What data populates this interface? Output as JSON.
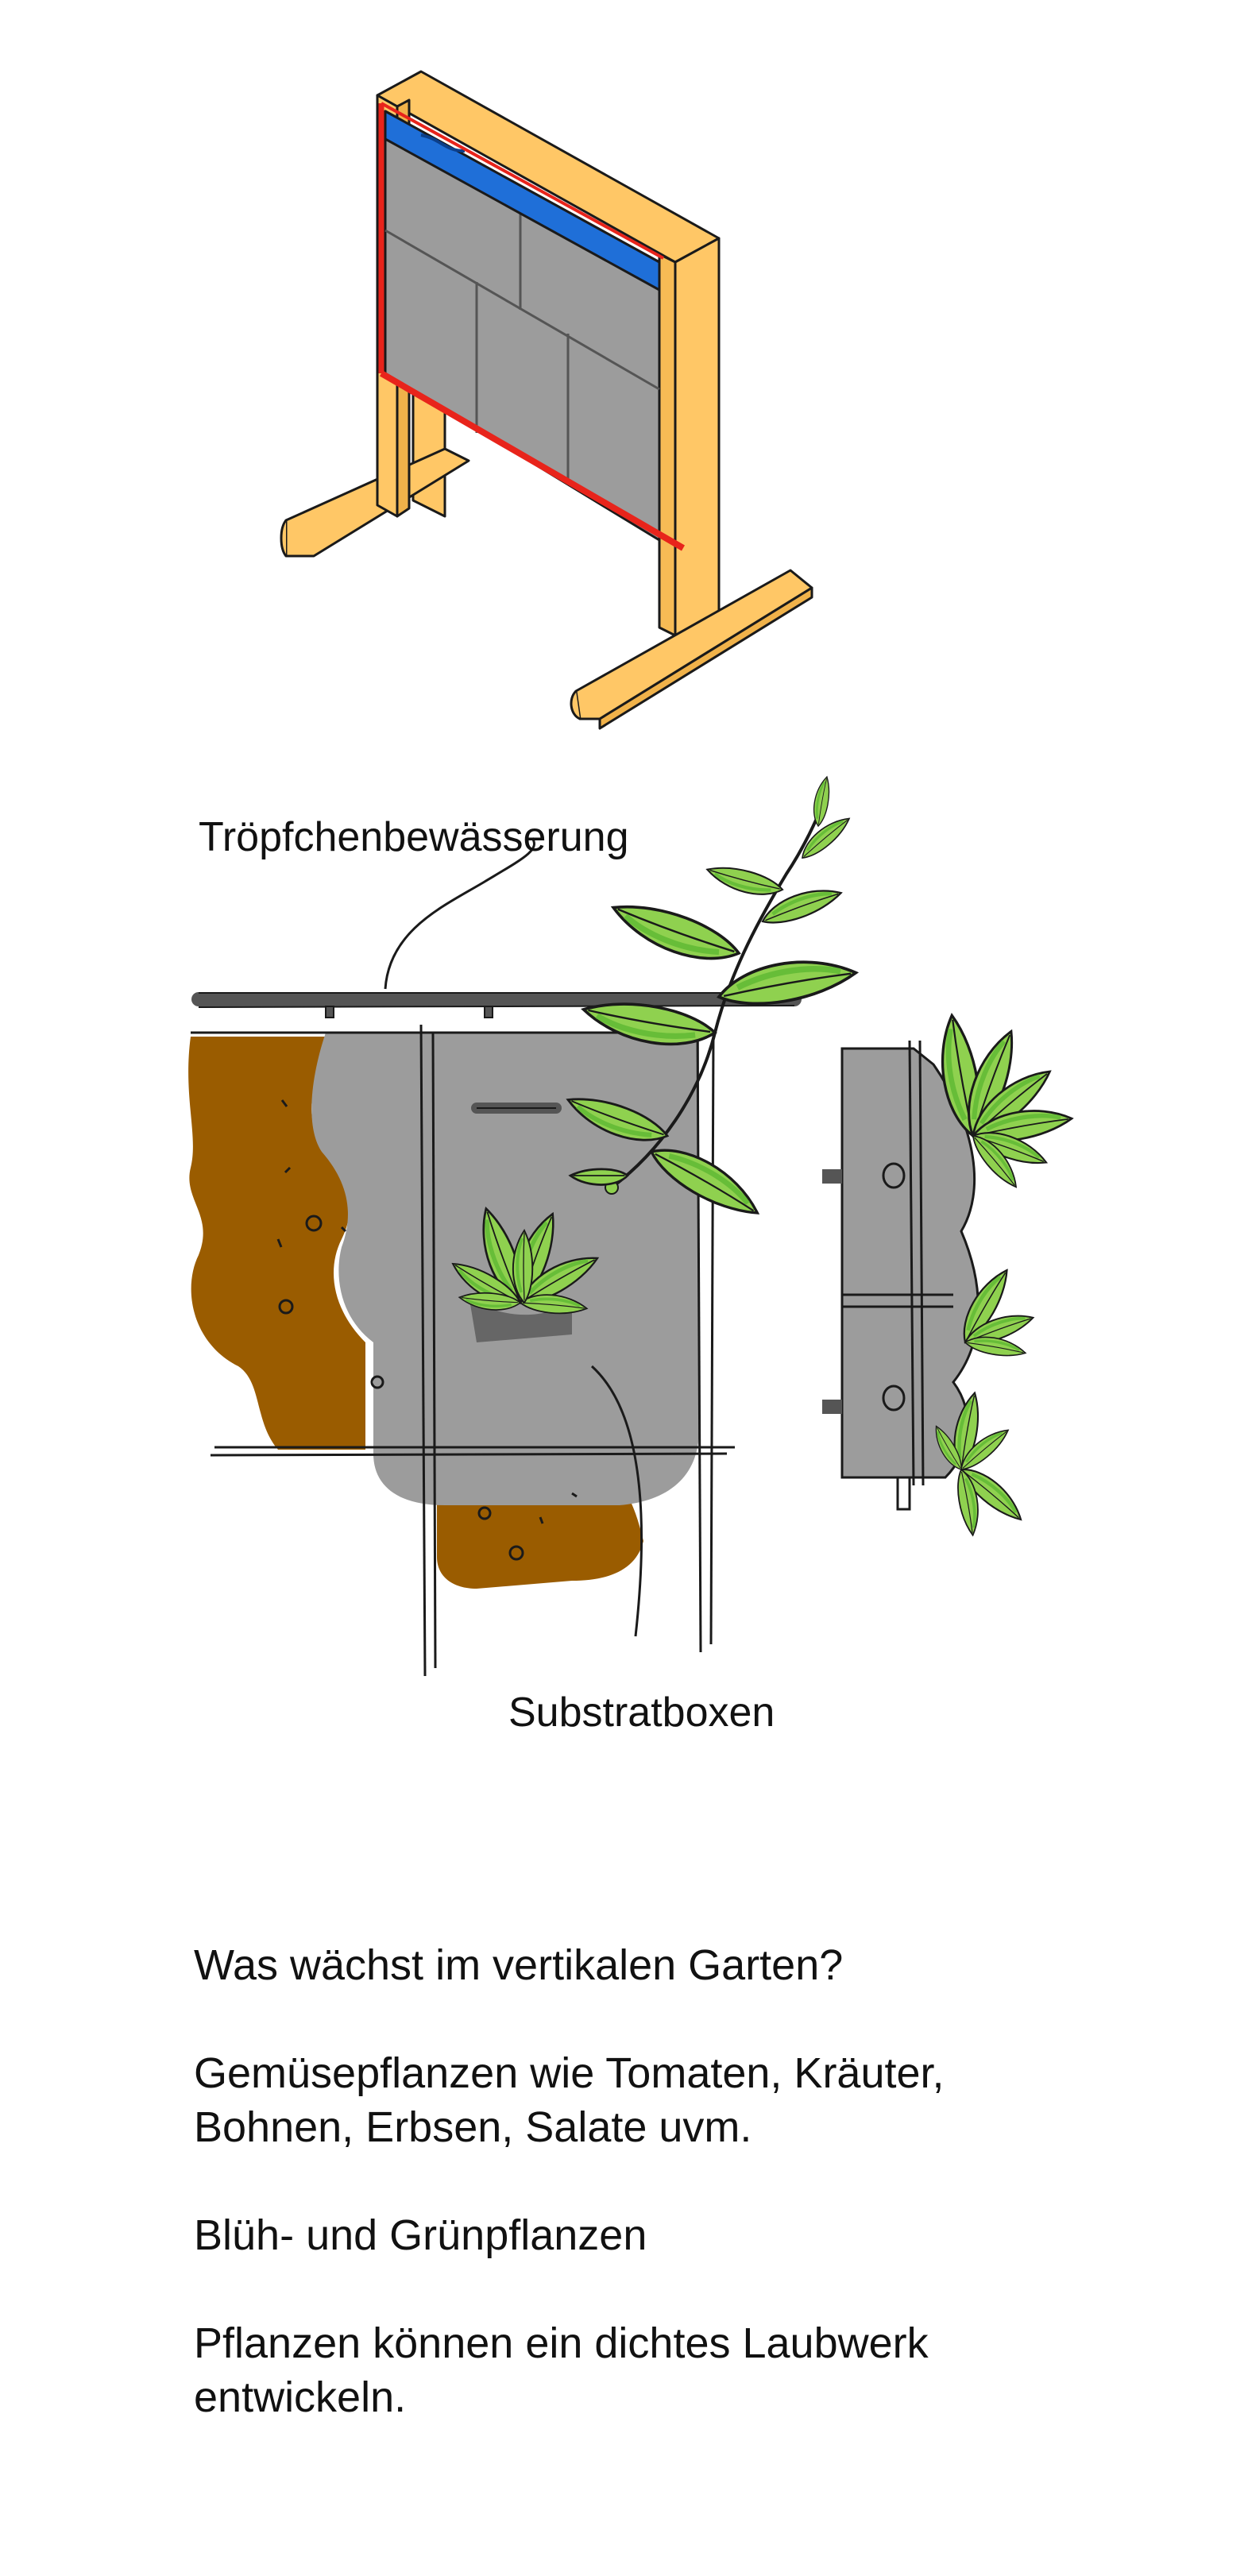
{
  "colors": {
    "wood": "#ffc766",
    "wood_outline": "#1a1a1a",
    "tank_blue": "#1f6fd8",
    "pipe_red": "#e8241b",
    "box_gray": "#9c9c9c",
    "soil_brown": "#9a5c00",
    "leaf_green": "#8fd14f",
    "leaf_green_dark": "#5cb832"
  },
  "labels": {
    "drip_irrigation": "Tröpfchenbewässerung",
    "substrate_boxes": "Substratboxen"
  },
  "info": {
    "question": "Was wächst im vertikalen Garten?",
    "veg_line1": "Gemüsepflanzen wie Tomaten, Kräuter,",
    "veg_line2": "Bohnen, Erbsen, Salate uvm.",
    "flowers": "Blüh- und Grünpflanzen",
    "foliage_line1": "Pflanzen können ein dichtes Laubwerk",
    "foliage_line2": "entwickeln."
  }
}
